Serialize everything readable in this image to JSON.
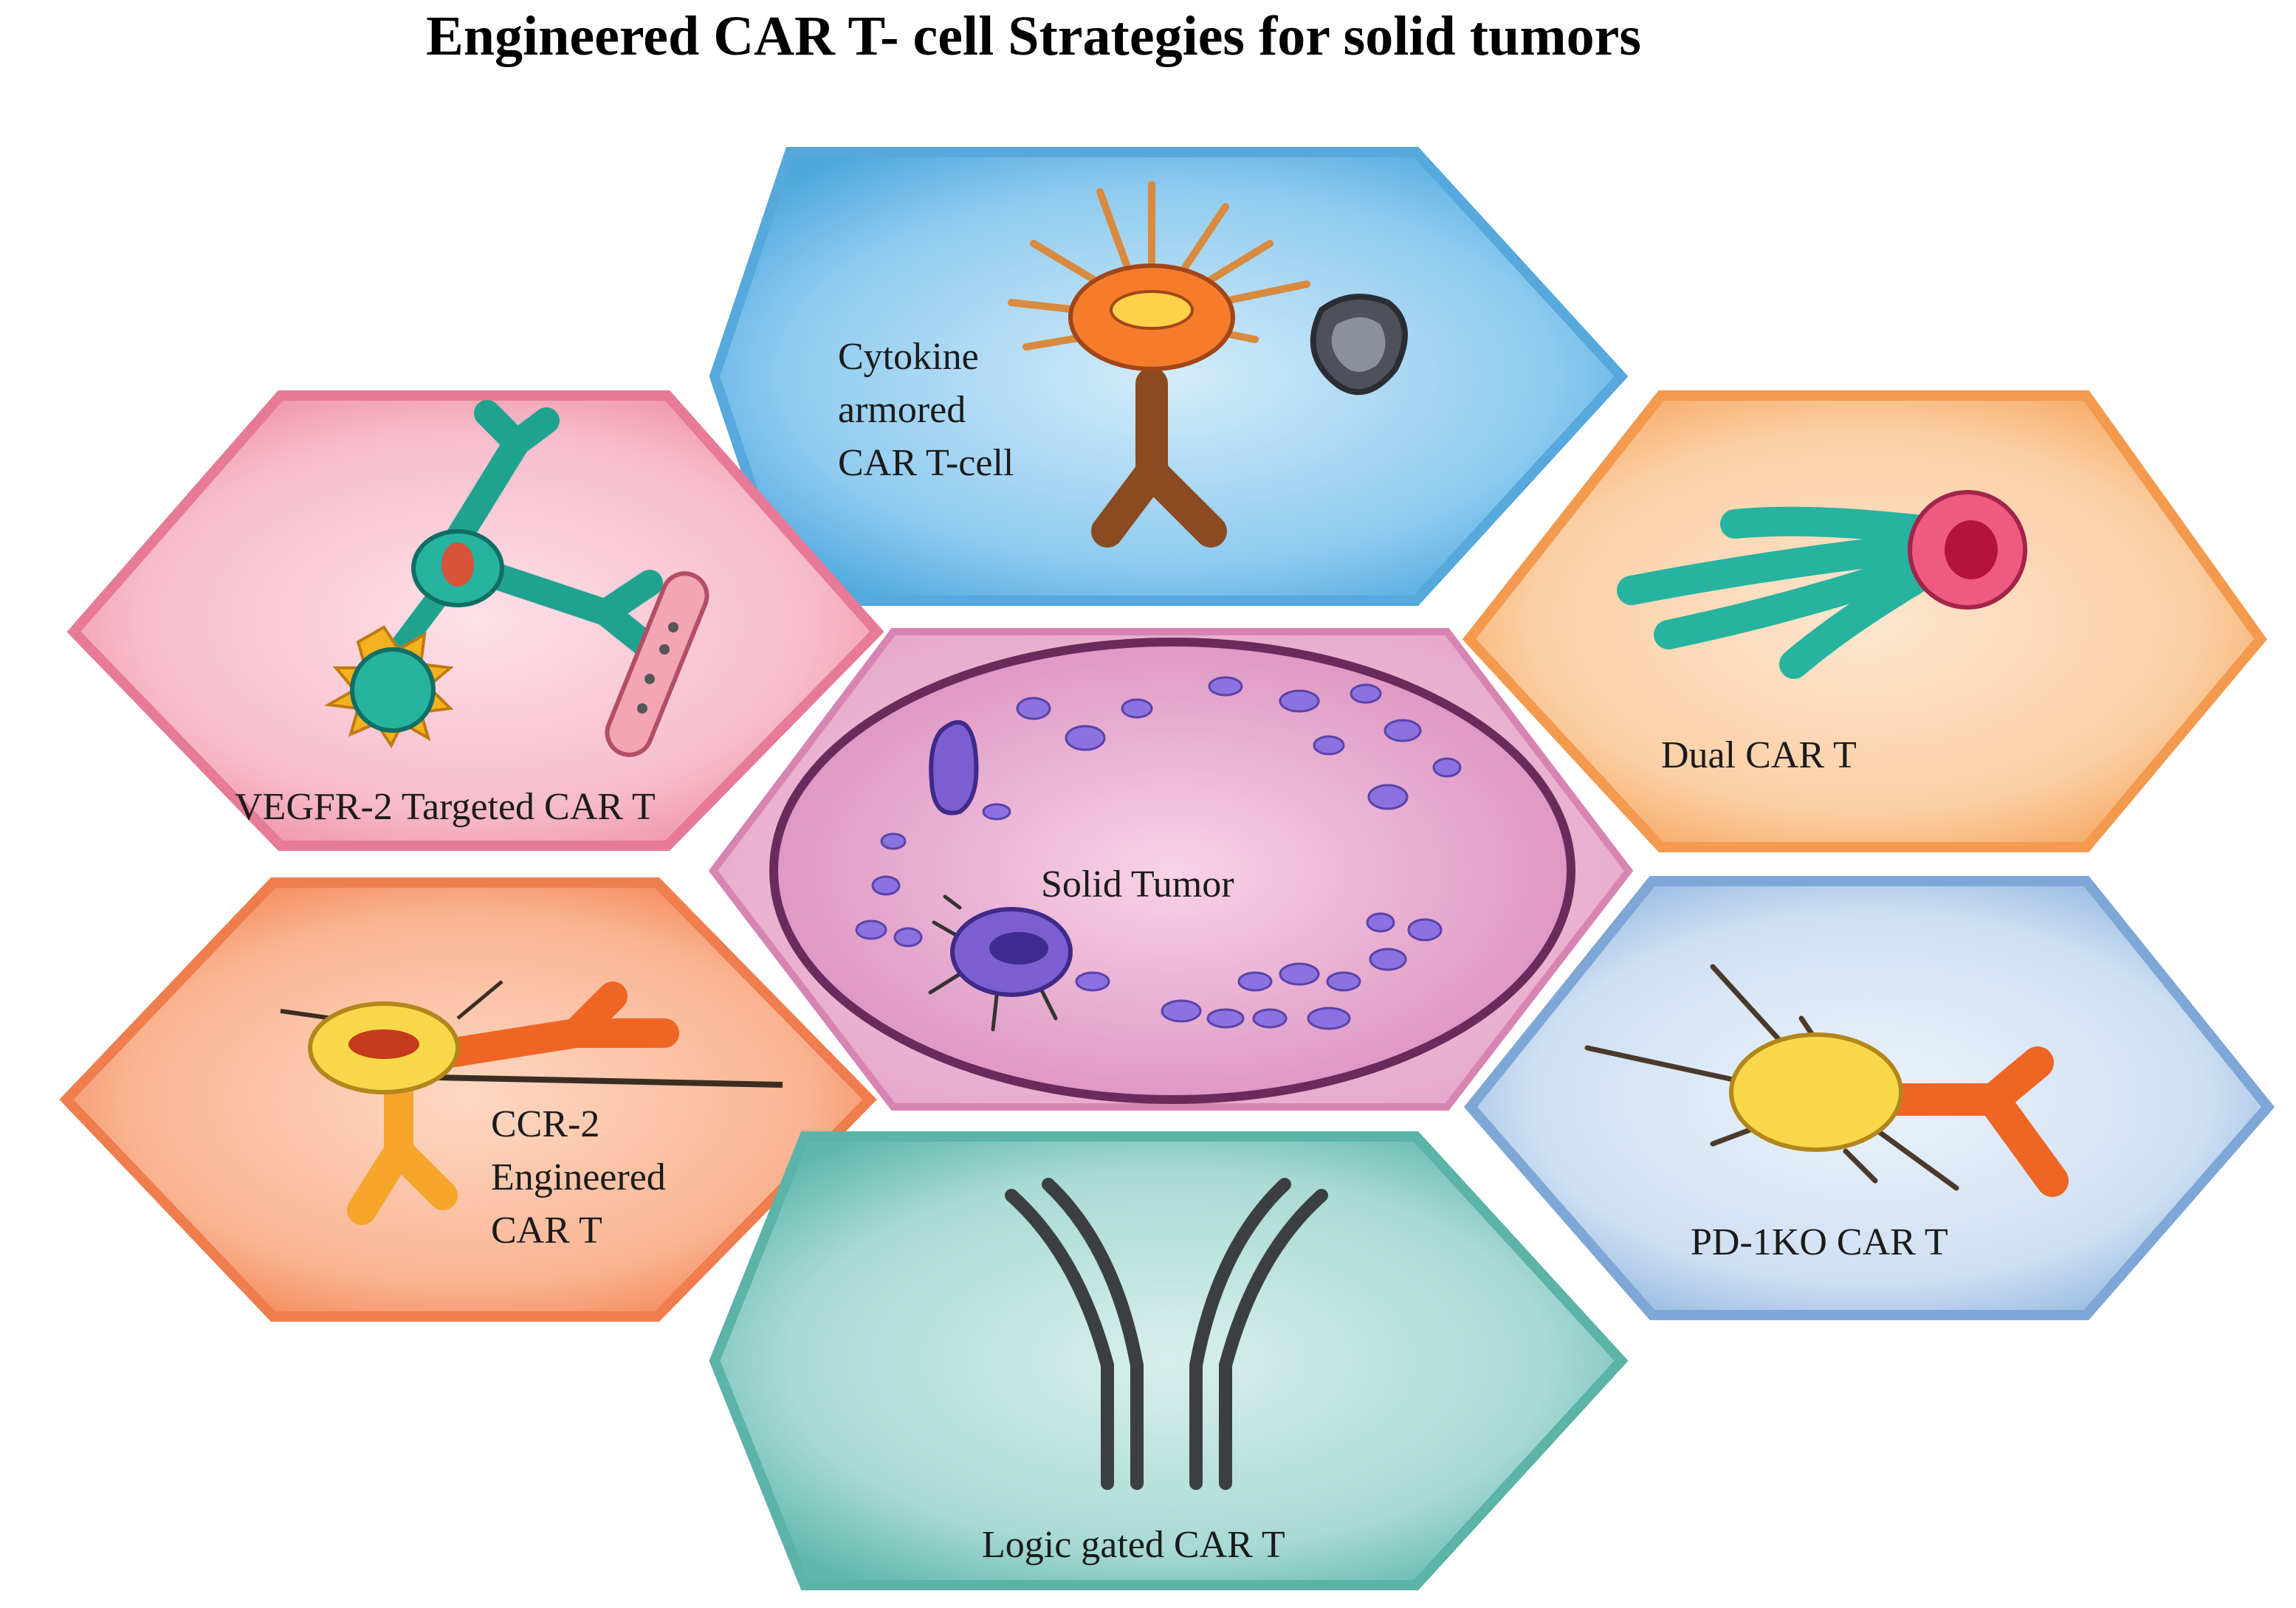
{
  "title": "Engineered CAR T- cell Strategies for solid tumors",
  "panels": {
    "cytokine": {
      "line1": "Cytokine",
      "line2": "armored",
      "line3": "CAR T-cell"
    },
    "vegfr": {
      "label": "VEGFR-2 Targeted CAR T"
    },
    "dual": {
      "label": "Dual CAR T"
    },
    "tumor": {
      "label": "Solid Tumor"
    },
    "ccr": {
      "line1": "CCR-2",
      "line2": "Engineered",
      "line3": "CAR T"
    },
    "pd1": {
      "label": "PD-1KO CAR T"
    },
    "logic": {
      "label": "Logic gated CAR T"
    }
  },
  "colors": {
    "cytokine_fill": "#7ec3ea",
    "vegfr_fill": "#f7b8c8",
    "dual_fill": "#fbc99b",
    "tumor_fill": "#f0b9d6",
    "ccr_fill": "#f9ae88",
    "pd1_fill": "#c7dcf1",
    "logic_fill": "#9fd6cf",
    "teal_cell": "#26b3a0",
    "orange_cell": "#f57c2a",
    "yellow_cell": "#f8d84a",
    "purple_nucleus": "#7b5fd0"
  }
}
